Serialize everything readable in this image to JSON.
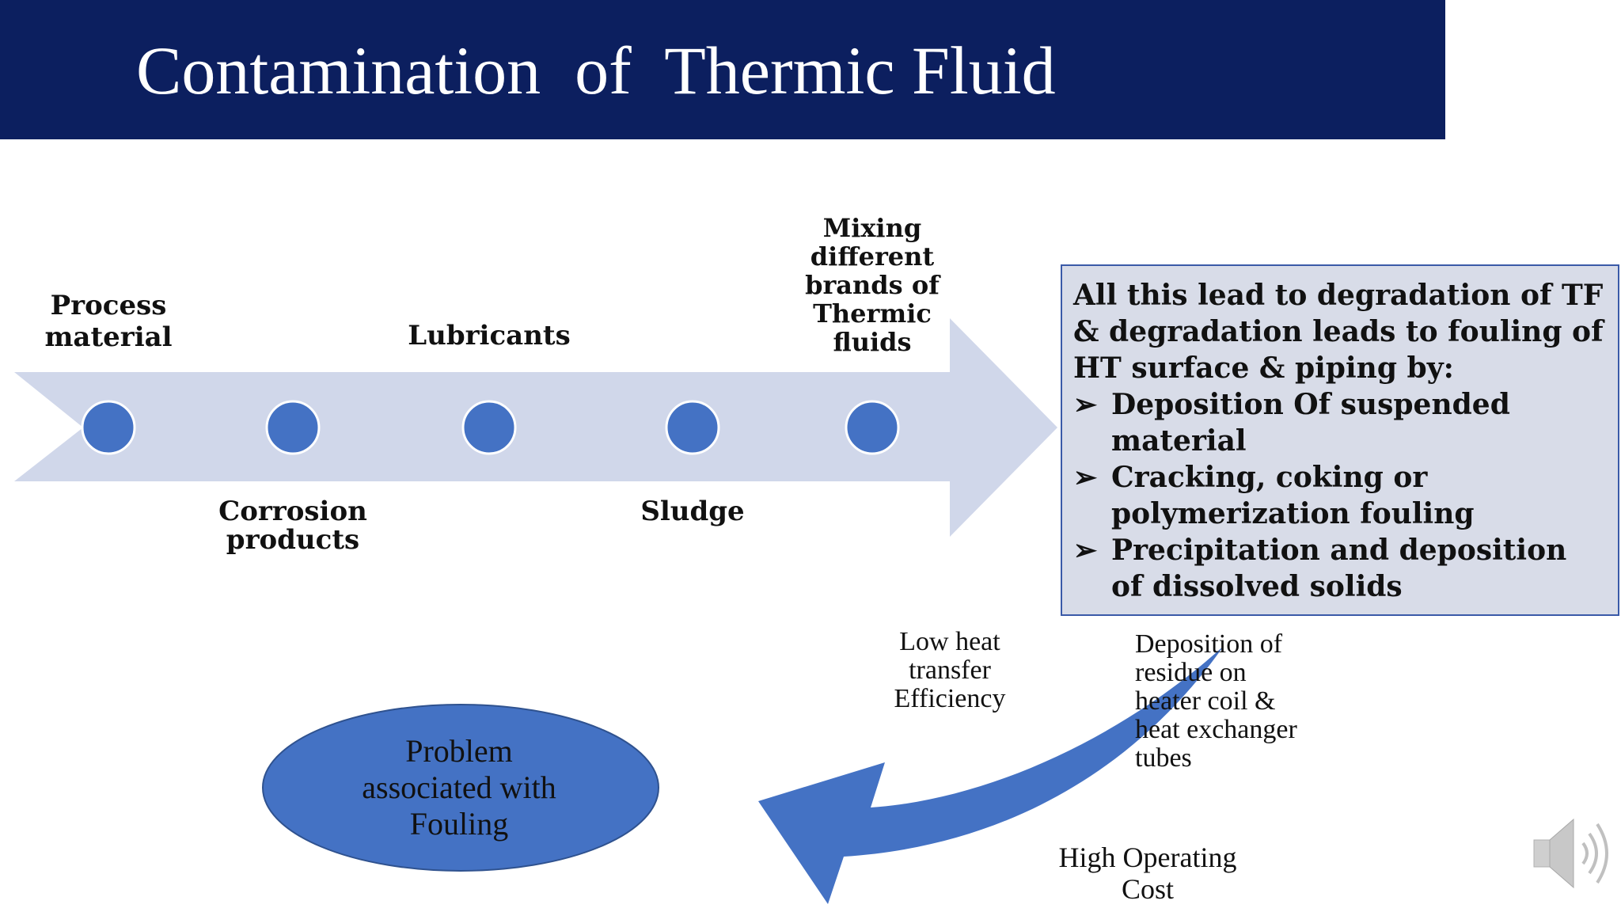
{
  "title": "Contamination  of  Thermic Fluid",
  "timeline": {
    "sources_above": [
      {
        "id": "process",
        "label": "Process\nmaterial"
      },
      {
        "id": "lubricants",
        "label": "Lubricants"
      },
      {
        "id": "mixing",
        "label": "Mixing\ndifferent\nbrands of\nThermic\nfluids"
      }
    ],
    "sources_below": [
      {
        "id": "corrosion",
        "label": "Corrosion\nproducts"
      },
      {
        "id": "sludge",
        "label": "Sludge"
      }
    ]
  },
  "summary": {
    "intro": "All this lead to degradation of TF & degradation leads to fouling of HT surface & piping by:",
    "bullet_glyph": "➢",
    "items": [
      "Deposition Of suspended material",
      "Cracking, coking or polymerization fouling",
      "Precipitation and deposition of dissolved solids"
    ]
  },
  "effects": {
    "low_heat": "Low heat\ntransfer\nEfficiency",
    "deposition": "Deposition of\nresidue on\nheater coil &\nheat exchanger\ntubes",
    "cost": "High Operating\nCost"
  },
  "problem": "Problem\nassociated with\nFouling",
  "colors": {
    "title_bar": "#0c1f5f",
    "arrow_band": "#d0d7ea",
    "node": "#4472c4",
    "box_fill": "#d8dce8",
    "box_border": "#3a5aa8",
    "curved_arrow": "#4472c4"
  },
  "icons": {
    "speaker": "speaker-icon"
  }
}
